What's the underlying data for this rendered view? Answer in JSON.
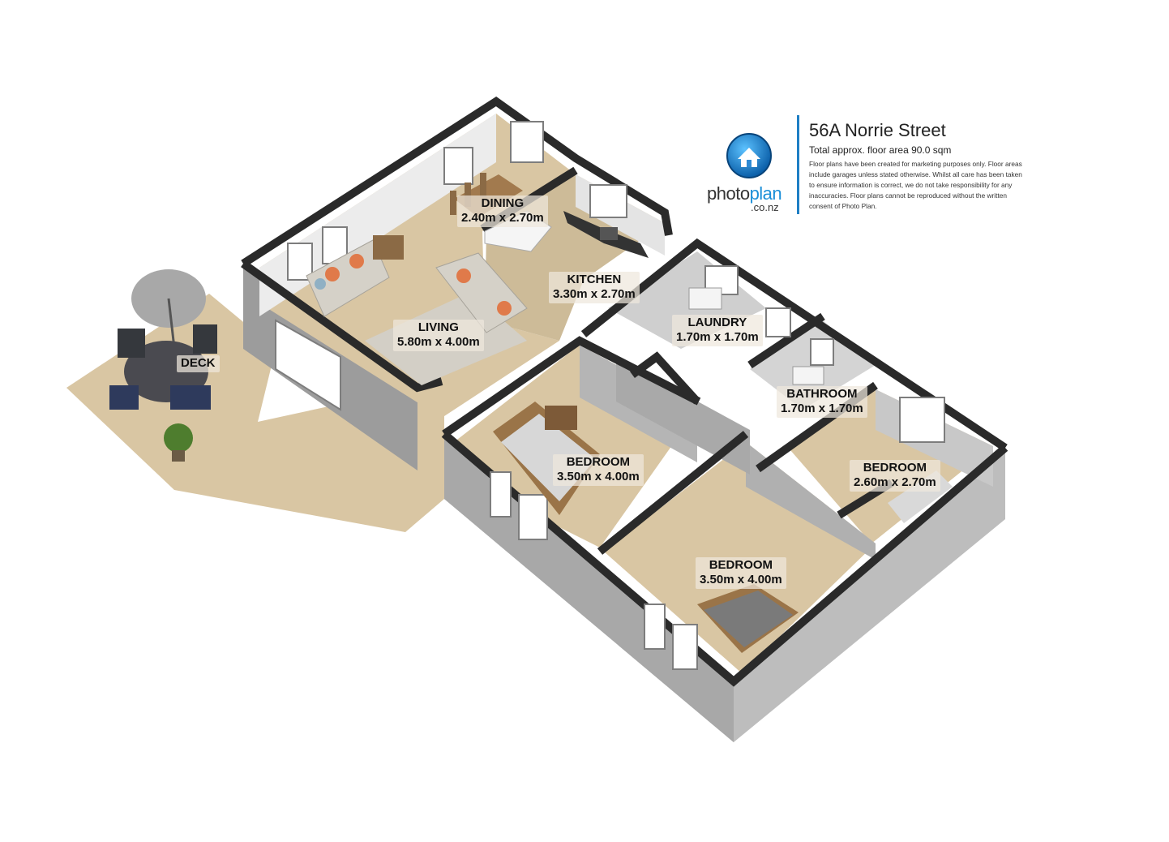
{
  "header": {
    "address": "56A Norrie Street",
    "area": "Total approx. floor area 90.0 sqm",
    "disclaimer": "Floor plans have been created for marketing purposes only. Floor areas include garages unless stated otherwise. Whilst all care has been taken to ensure information is correct, we do not take responsibility for any inaccuracies. Floor plans cannot be reproduced without the written consent of Photo Plan.",
    "logo_word_main": "photo",
    "logo_word_accent": "plan",
    "logo_sub": ".co.nz"
  },
  "rooms": {
    "dining": {
      "name": "DINING",
      "size": "2.40m x 2.70m"
    },
    "kitchen": {
      "name": "KITCHEN",
      "size": "3.30m x 2.70m"
    },
    "living": {
      "name": "LIVING",
      "size": "5.80m x 4.00m"
    },
    "laundry": {
      "name": "LAUNDRY",
      "size": "1.70m x 1.70m"
    },
    "bathroom": {
      "name": "BATHROOM",
      "size": "1.70m x 1.70m"
    },
    "deck": {
      "name": "DECK"
    },
    "bedroom1": {
      "name": "BEDROOM",
      "size": "3.50m x 4.00m"
    },
    "bedroom2": {
      "name": "BEDROOM",
      "size": "2.60m x 2.70m"
    },
    "bedroom3": {
      "name": "BEDROOM",
      "size": "3.50m x 4.00m"
    }
  },
  "colors": {
    "floor": "#d9c6a3",
    "wall_top": "#2a2a2a",
    "wall_side": "#8a8a8a",
    "wall_inner": "#b9b9b9",
    "brand_blue": "#1e7fc4"
  }
}
